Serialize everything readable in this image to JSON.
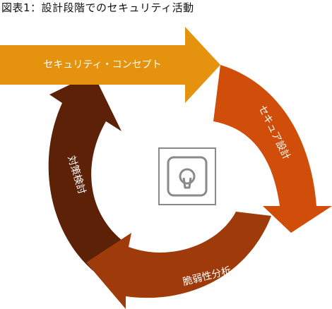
{
  "figure": {
    "title": "図表1：設計段階でのセキュリティ活動"
  },
  "cycle": {
    "steps": [
      {
        "label": "セキュリティ・コンセプト",
        "color": "#e5920e"
      },
      {
        "label": "セキュア設計",
        "color": "#d04d0a"
      },
      {
        "label": "脆弱性分析",
        "color": "#9f3b0b"
      },
      {
        "label": "対策検討",
        "color": "#5c2106"
      }
    ]
  },
  "center": {
    "icon": "keyhole-icon"
  }
}
